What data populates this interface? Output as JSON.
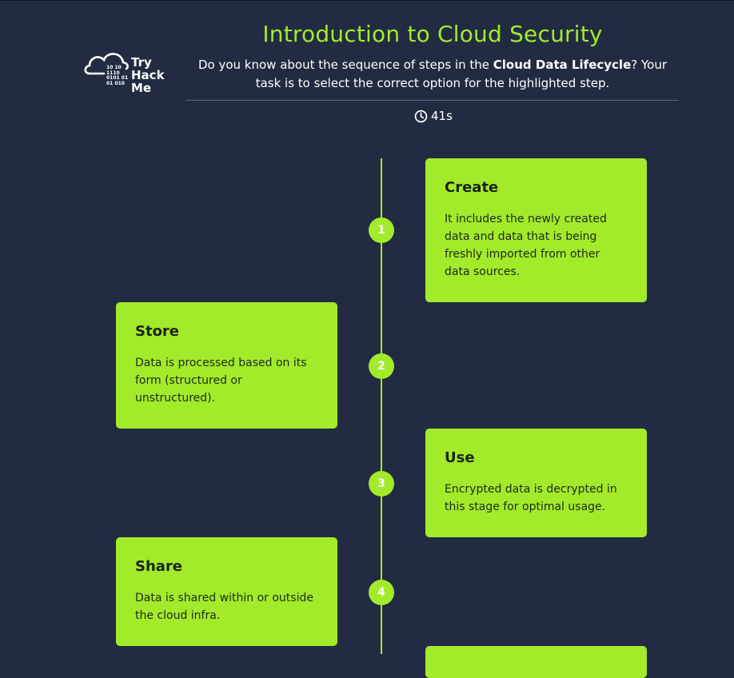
{
  "logo": {
    "brand_lines": [
      "Try",
      "Hack",
      "Me"
    ],
    "binary_lines": [
      "10  10",
      "1110",
      "0101 01",
      "01   010"
    ]
  },
  "header": {
    "title": "Introduction to Cloud Security",
    "subtitle_prefix": "Do you know about the sequence of steps in the ",
    "subtitle_bold": "Cloud Data Lifecycle",
    "subtitle_suffix": "? Your task is to select the correct option for the highlighted step."
  },
  "timer": {
    "value": "41s",
    "icon": "clock-icon"
  },
  "timeline": {
    "steps": [
      {
        "number": "1",
        "title": "Create",
        "description": "It includes the newly created data and data that is being freshly imported from other data sources."
      },
      {
        "number": "2",
        "title": "Store",
        "description": "Data is processed based on its form (structured or unstructured)."
      },
      {
        "number": "3",
        "title": "Use",
        "description": "Encrypted data is decrypted in this stage for optimal usage."
      },
      {
        "number": "4",
        "title": "Share",
        "description": "Data is shared within or outside the cloud infra."
      }
    ]
  },
  "colors": {
    "background": "#212c42",
    "accent": "#a3ea2a",
    "card_text": "#1f2a1b"
  }
}
